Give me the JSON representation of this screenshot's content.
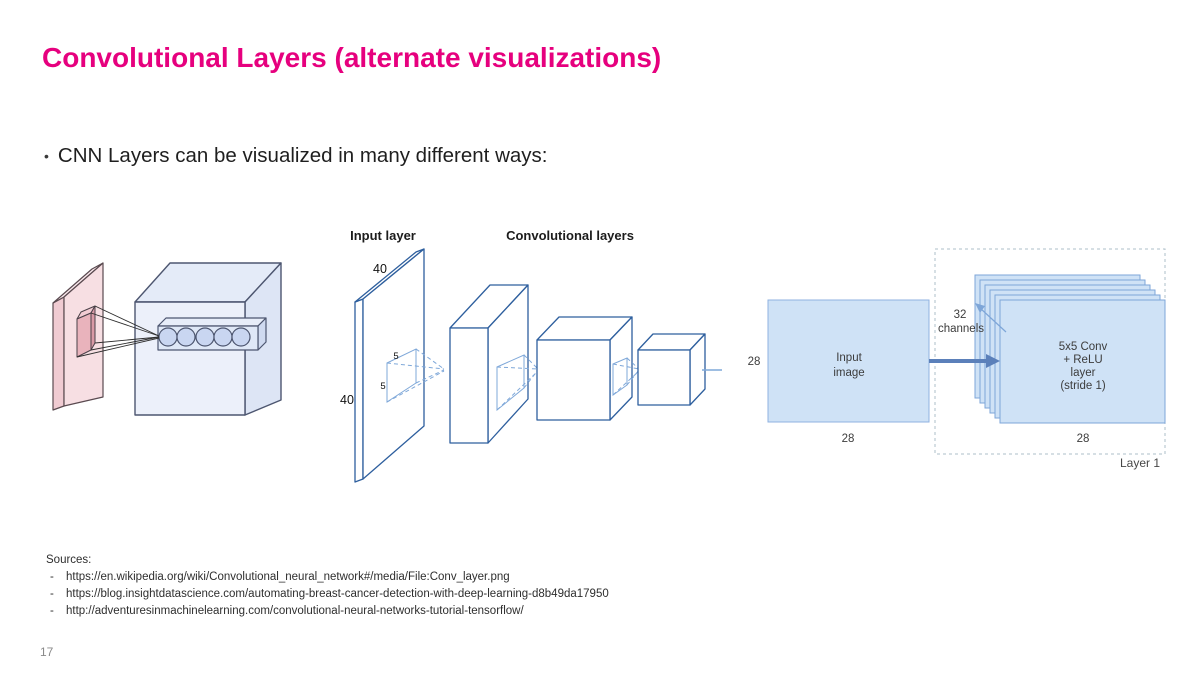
{
  "slide": {
    "title": "Convolutional Layers (alternate visualizations)",
    "bullet_char": "•",
    "bullet_text": "CNN Layers can be visualized in many different ways:",
    "page_number": "17"
  },
  "colors": {
    "title_accent": "#e6007e",
    "middle_line_blue": "#2e5f9e",
    "middle_dash_blue": "#7fa8d9",
    "right_fill_blue": "#cfe2f6",
    "right_border_blue": "#7ea6d8",
    "right_arrow_blue": "#5b80ba",
    "pink_face": "#f7dfe3",
    "blue_cube_face": "#eaeffa"
  },
  "diagram_middle": {
    "input_layer_label": "Input layer",
    "conv_layers_label": "Convolutional layers",
    "input_height": "40",
    "input_width": "40",
    "kernel_width": "5",
    "kernel_height": "5"
  },
  "diagram_right": {
    "input_lines": [
      "Input",
      "image"
    ],
    "input_height": "28",
    "input_width": "28",
    "channels_lines": [
      "32",
      "channels"
    ],
    "conv_lines": [
      "5x5 Conv",
      "+ ReLU",
      "layer",
      "(stride 1)"
    ],
    "conv_width": "28",
    "layer_label": "Layer 1"
  },
  "sources": {
    "heading": "Sources:",
    "bullet_char": "-",
    "items": [
      "https://en.wikipedia.org/wiki/Convolutional_neural_network#/media/File:Conv_layer.png",
      "https://blog.insightdatascience.com/automating-breast-cancer-detection-with-deep-learning-d8b49da17950",
      "http://adventuresinmachinelearning.com/convolutional-neural-networks-tutorial-tensorflow/"
    ]
  }
}
